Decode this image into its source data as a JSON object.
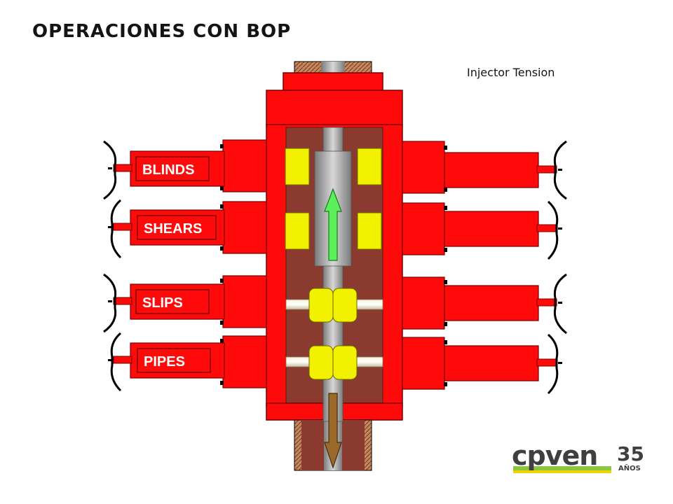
{
  "slide": {
    "title": "OPERACIONES CON BOP",
    "annotation": "Injector Tension"
  },
  "rams": [
    {
      "label": "BLINDS"
    },
    {
      "label": "SHEARS"
    },
    {
      "label": "SLIPS"
    },
    {
      "label": "PIPES"
    }
  ],
  "logo": {
    "brand": "cpven",
    "number": "35",
    "subtitle": "AÑOS"
  },
  "colors": {
    "body_red": "#ff0a0a",
    "body_outline": "#7a0000",
    "cavity_brown": "#8a3a2e",
    "pipe_grey": "#a9a9a9",
    "ram_yellow": "#f2f200",
    "up_arrow_green": "#5cf05c",
    "down_arrow_brown": "#9a6a2c",
    "logo_dark": "#3f3f3f",
    "logo_green": "#8cc63f",
    "logo_yellow": "#f2d400"
  }
}
